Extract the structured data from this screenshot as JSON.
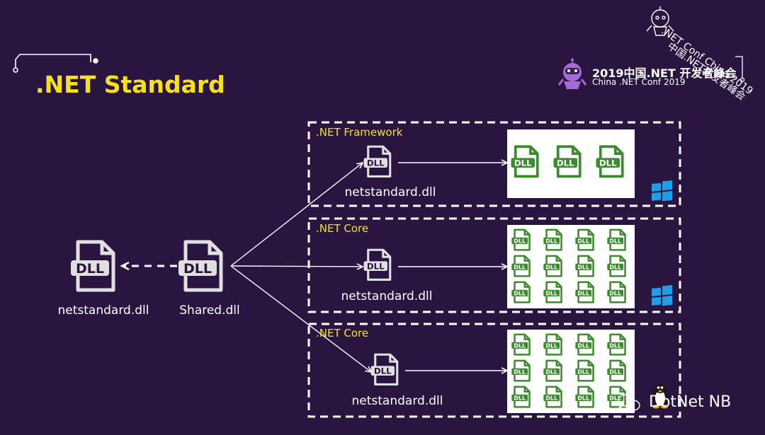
{
  "slide": {
    "title": ".NET Standard"
  },
  "conference": {
    "logo_title": "2019中国.NET 开发者峰会",
    "logo_subtitle": "China .NET Conf 2019",
    "stamp_line1": ".NET Conf China 2019",
    "stamp_line2": "中国.NET开发者峰会"
  },
  "left": {
    "netstandard_label": "netstandard.dll",
    "shared_label": "Shared.dll",
    "icon_text": "DLL"
  },
  "panels": [
    {
      "title": ".NET Framework",
      "dll_label": "netstandard.dll",
      "platform": "windows-logo",
      "target_grid": "3 DLLs"
    },
    {
      "title": ".NET Core",
      "dll_label": "netstandard.dll",
      "platform": "windows-logo",
      "target_grid": "12 DLLs"
    },
    {
      "title": ".NET Core",
      "dll_label": "netstandard.dll",
      "platform": "linux-tux-logo",
      "target_grid": "12 DLLs"
    }
  ],
  "watermark": {
    "text": "DotNet NB",
    "icon": "wechat-icon"
  },
  "colors": {
    "background": "#2a1540",
    "title_yellow": "#f5e11b",
    "dll_green": "#3d8b2f",
    "dll_gray": "#e0e0e0",
    "windows_blue": "#1e9ee8"
  }
}
